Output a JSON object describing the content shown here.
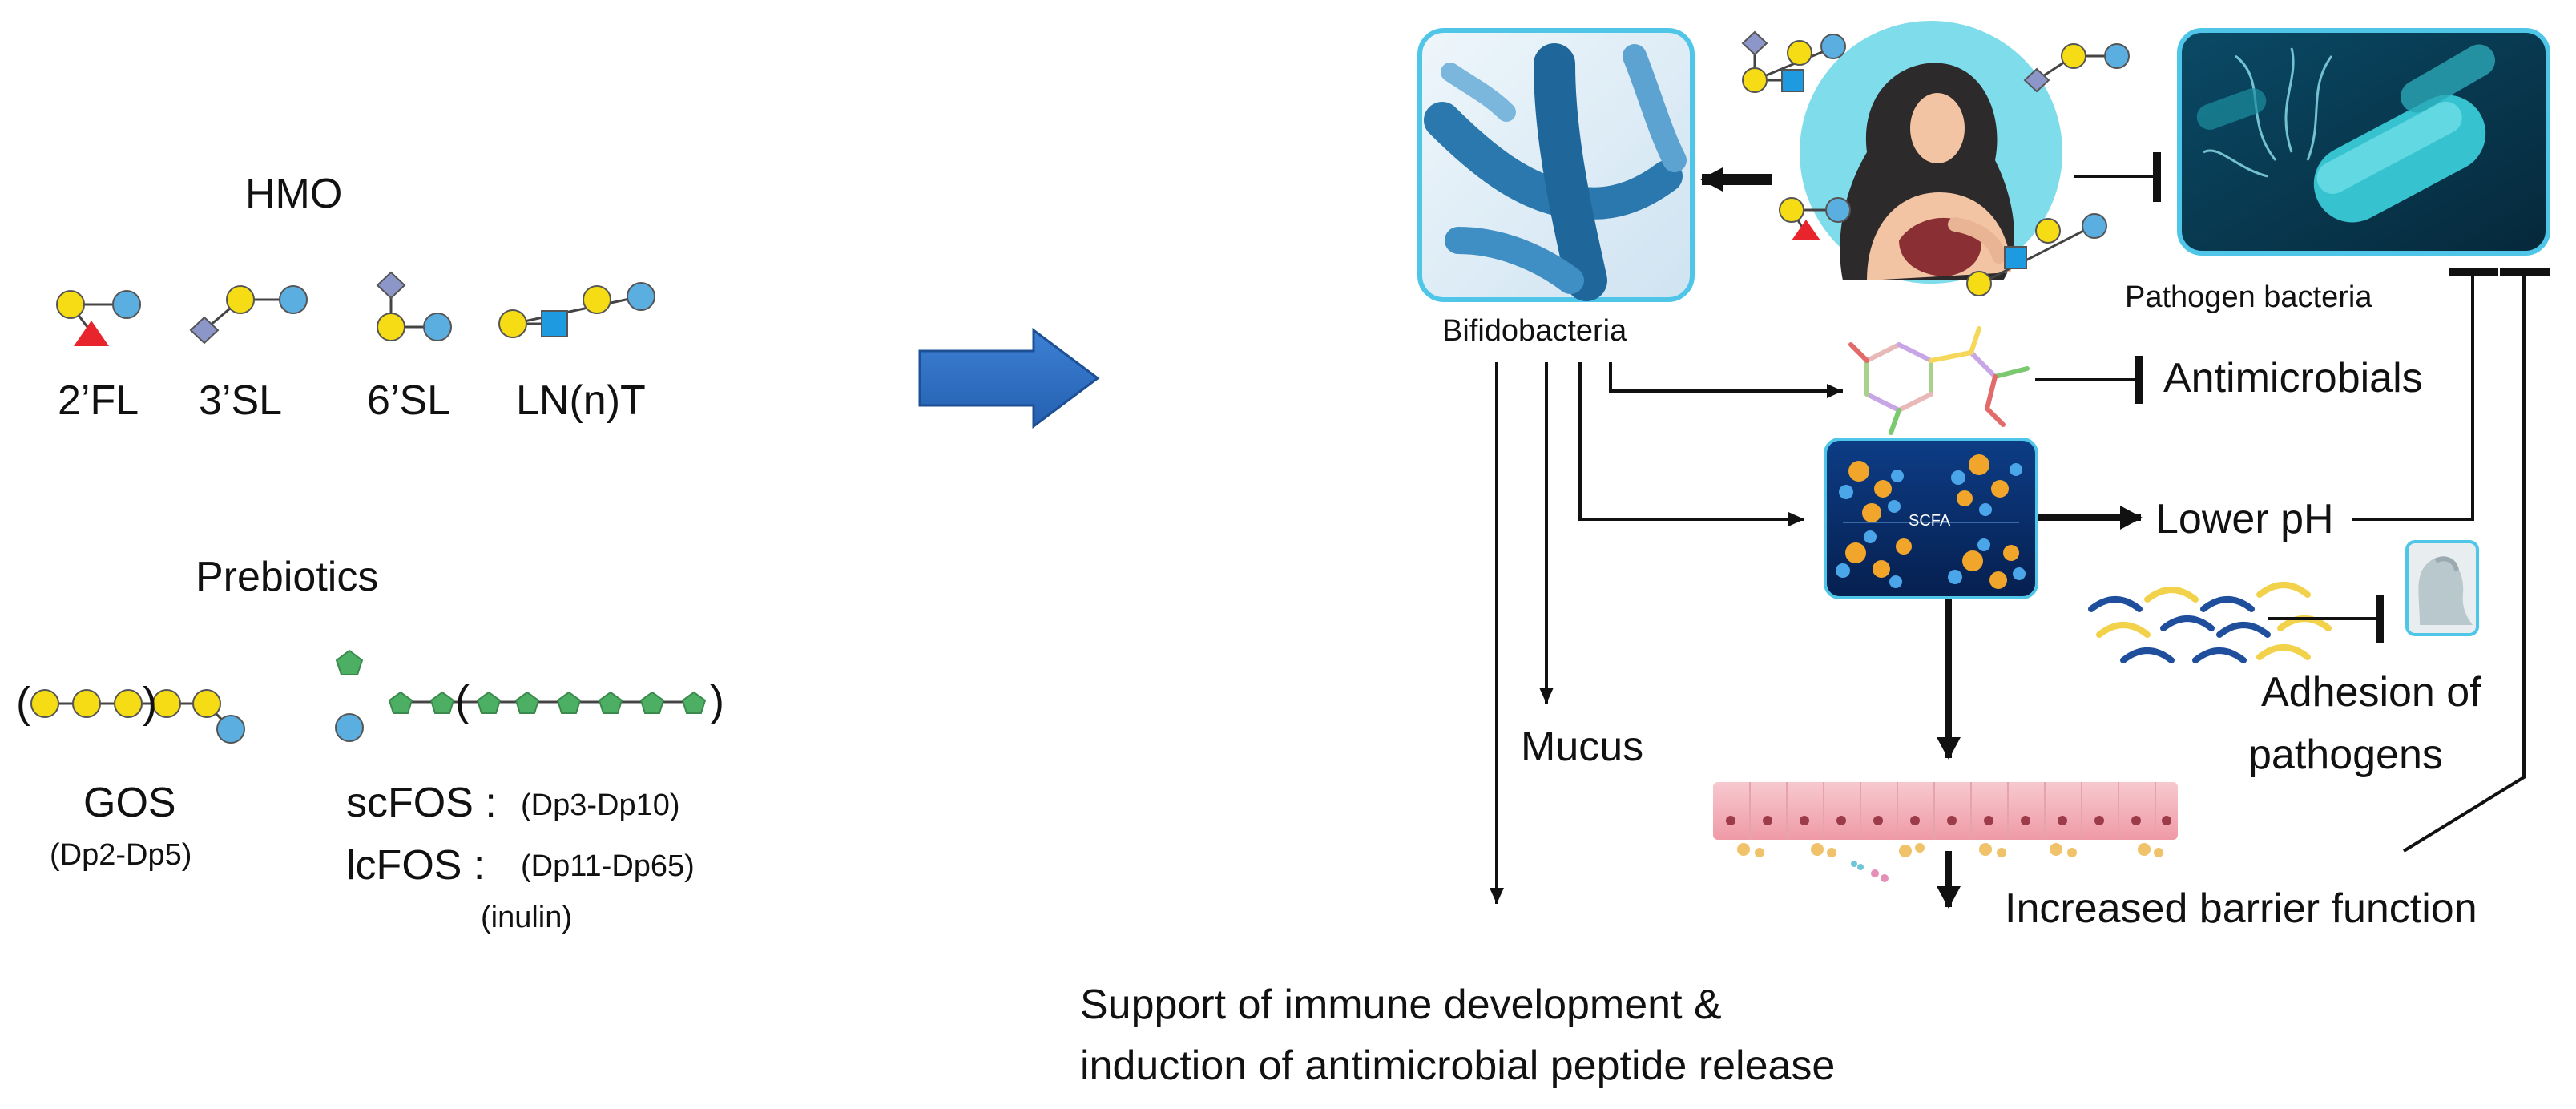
{
  "left_panel": {
    "hmo_title": "HMO",
    "hmo_items": [
      "2’FL",
      "3’SL",
      "6’SL",
      "LN(n)T"
    ],
    "prebiotics_title": "Prebiotics",
    "gos_label": "GOS",
    "gos_range": "(Dp2-Dp5)",
    "scfos_label": "scFOS :",
    "scfos_range": "(Dp3-Dp10)",
    "lcfos_label": "lcFOS :",
    "lcfos_range": "(Dp11-Dp65)",
    "inulin_label": "(inulin)",
    "paren_open": "(",
    "paren_close": ")"
  },
  "right_panel": {
    "bifidobacteria": "Bifidobacteria",
    "pathogen_bacteria": "Pathogen bacteria",
    "antimicrobials": "Antimicrobials",
    "scfa": "SCFA",
    "lower_ph": "Lower pH",
    "adhesion_line1": "Adhesion of",
    "adhesion_line2": "pathogens",
    "mucus": "Mucus",
    "barrier": "Increased barrier function",
    "support_line1": "Support of immune development &",
    "support_line2": "induction of antimicrobial peptide release"
  },
  "colors": {
    "galactose_yellow": "#F5DC14",
    "glucose_blue": "#5BAEE0",
    "fucose_red": "#E8242C",
    "sialic_acid_purple": "#8C96C8",
    "glcnac_blue": "#1E9BE0",
    "fructose_green": "#4CAF63",
    "big_arrow_blue": "#2E6FC7",
    "frame_cyan": "#4FC6E8"
  }
}
